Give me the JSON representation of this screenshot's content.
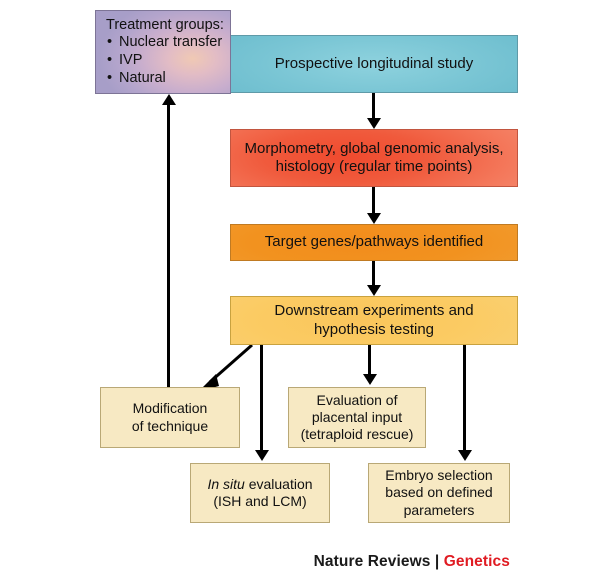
{
  "figure": {
    "type": "flowchart",
    "orientation": "top-down",
    "nodes": {
      "treatment_groups": {
        "header": "Treatment groups:",
        "items": [
          "Nuclear transfer",
          "IVP",
          "Natural"
        ],
        "color": "#b4a5cc"
      },
      "prospective_study": {
        "label": "Prospective longitudinal study",
        "color": "#79c5d4"
      },
      "morphometry": {
        "line1": "Morphometry, global genomic analysis,",
        "line2": "histology (regular time points)",
        "color": "#f05a3c"
      },
      "target_genes": {
        "label": "Target genes/pathways identified",
        "color": "#f2921f"
      },
      "downstream": {
        "line1": "Downstream experiments and",
        "line2": "hypothesis testing",
        "color": "#fbcb63"
      },
      "modification": {
        "line1": "Modification",
        "line2": "of technique",
        "color": "#f7e9c3"
      },
      "placental_evaluation": {
        "line1": "Evaluation of",
        "line2": "placental input",
        "line3": "(tetraploid rescue)",
        "color": "#f7e9c3"
      },
      "in_situ": {
        "line1_italic": "In situ",
        "line1_rest": " evaluation",
        "line2": "(ISH and LCM)",
        "color": "#f7e9c3"
      },
      "embryo_selection": {
        "line1": "Embryo selection",
        "line2": "based on defined",
        "line3": "parameters",
        "color": "#f7e9c3"
      }
    },
    "edges": [
      {
        "from": "prospective_study",
        "to": "morphometry",
        "style": "arrow-down"
      },
      {
        "from": "morphometry",
        "to": "target_genes",
        "style": "arrow-down"
      },
      {
        "from": "target_genes",
        "to": "downstream",
        "style": "arrow-down"
      },
      {
        "from": "downstream",
        "to": "modification",
        "style": "diagonal-arrow"
      },
      {
        "from": "downstream",
        "to": "in_situ",
        "style": "arrow-down"
      },
      {
        "from": "downstream",
        "to": "placental_evaluation",
        "style": "arrow-down"
      },
      {
        "from": "downstream",
        "to": "embryo_selection",
        "style": "arrow-down"
      },
      {
        "from": "modification",
        "to": "treatment_groups",
        "style": "arrow-up-feedback"
      }
    ]
  },
  "footer": {
    "journal": "Nature Reviews",
    "separator": " | ",
    "title": "Genetics",
    "title_color": "#e01b22"
  }
}
